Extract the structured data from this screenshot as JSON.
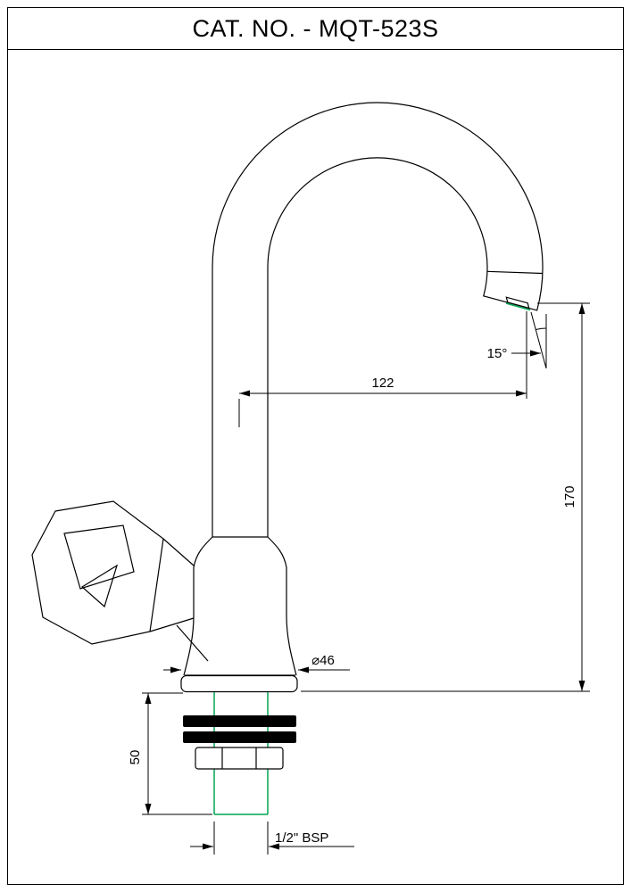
{
  "title": "CAT. NO. - MQT-523S",
  "colors": {
    "line": "#000000",
    "accent_green": "#00a651",
    "background": "#ffffff"
  },
  "drawing": {
    "labels": {
      "spout_reach": "122",
      "overall_height": "170",
      "spout_angle": "15°",
      "flange_diameter": "⌀46",
      "shank_length": "50",
      "thread_size": "1/2\" BSP"
    }
  }
}
